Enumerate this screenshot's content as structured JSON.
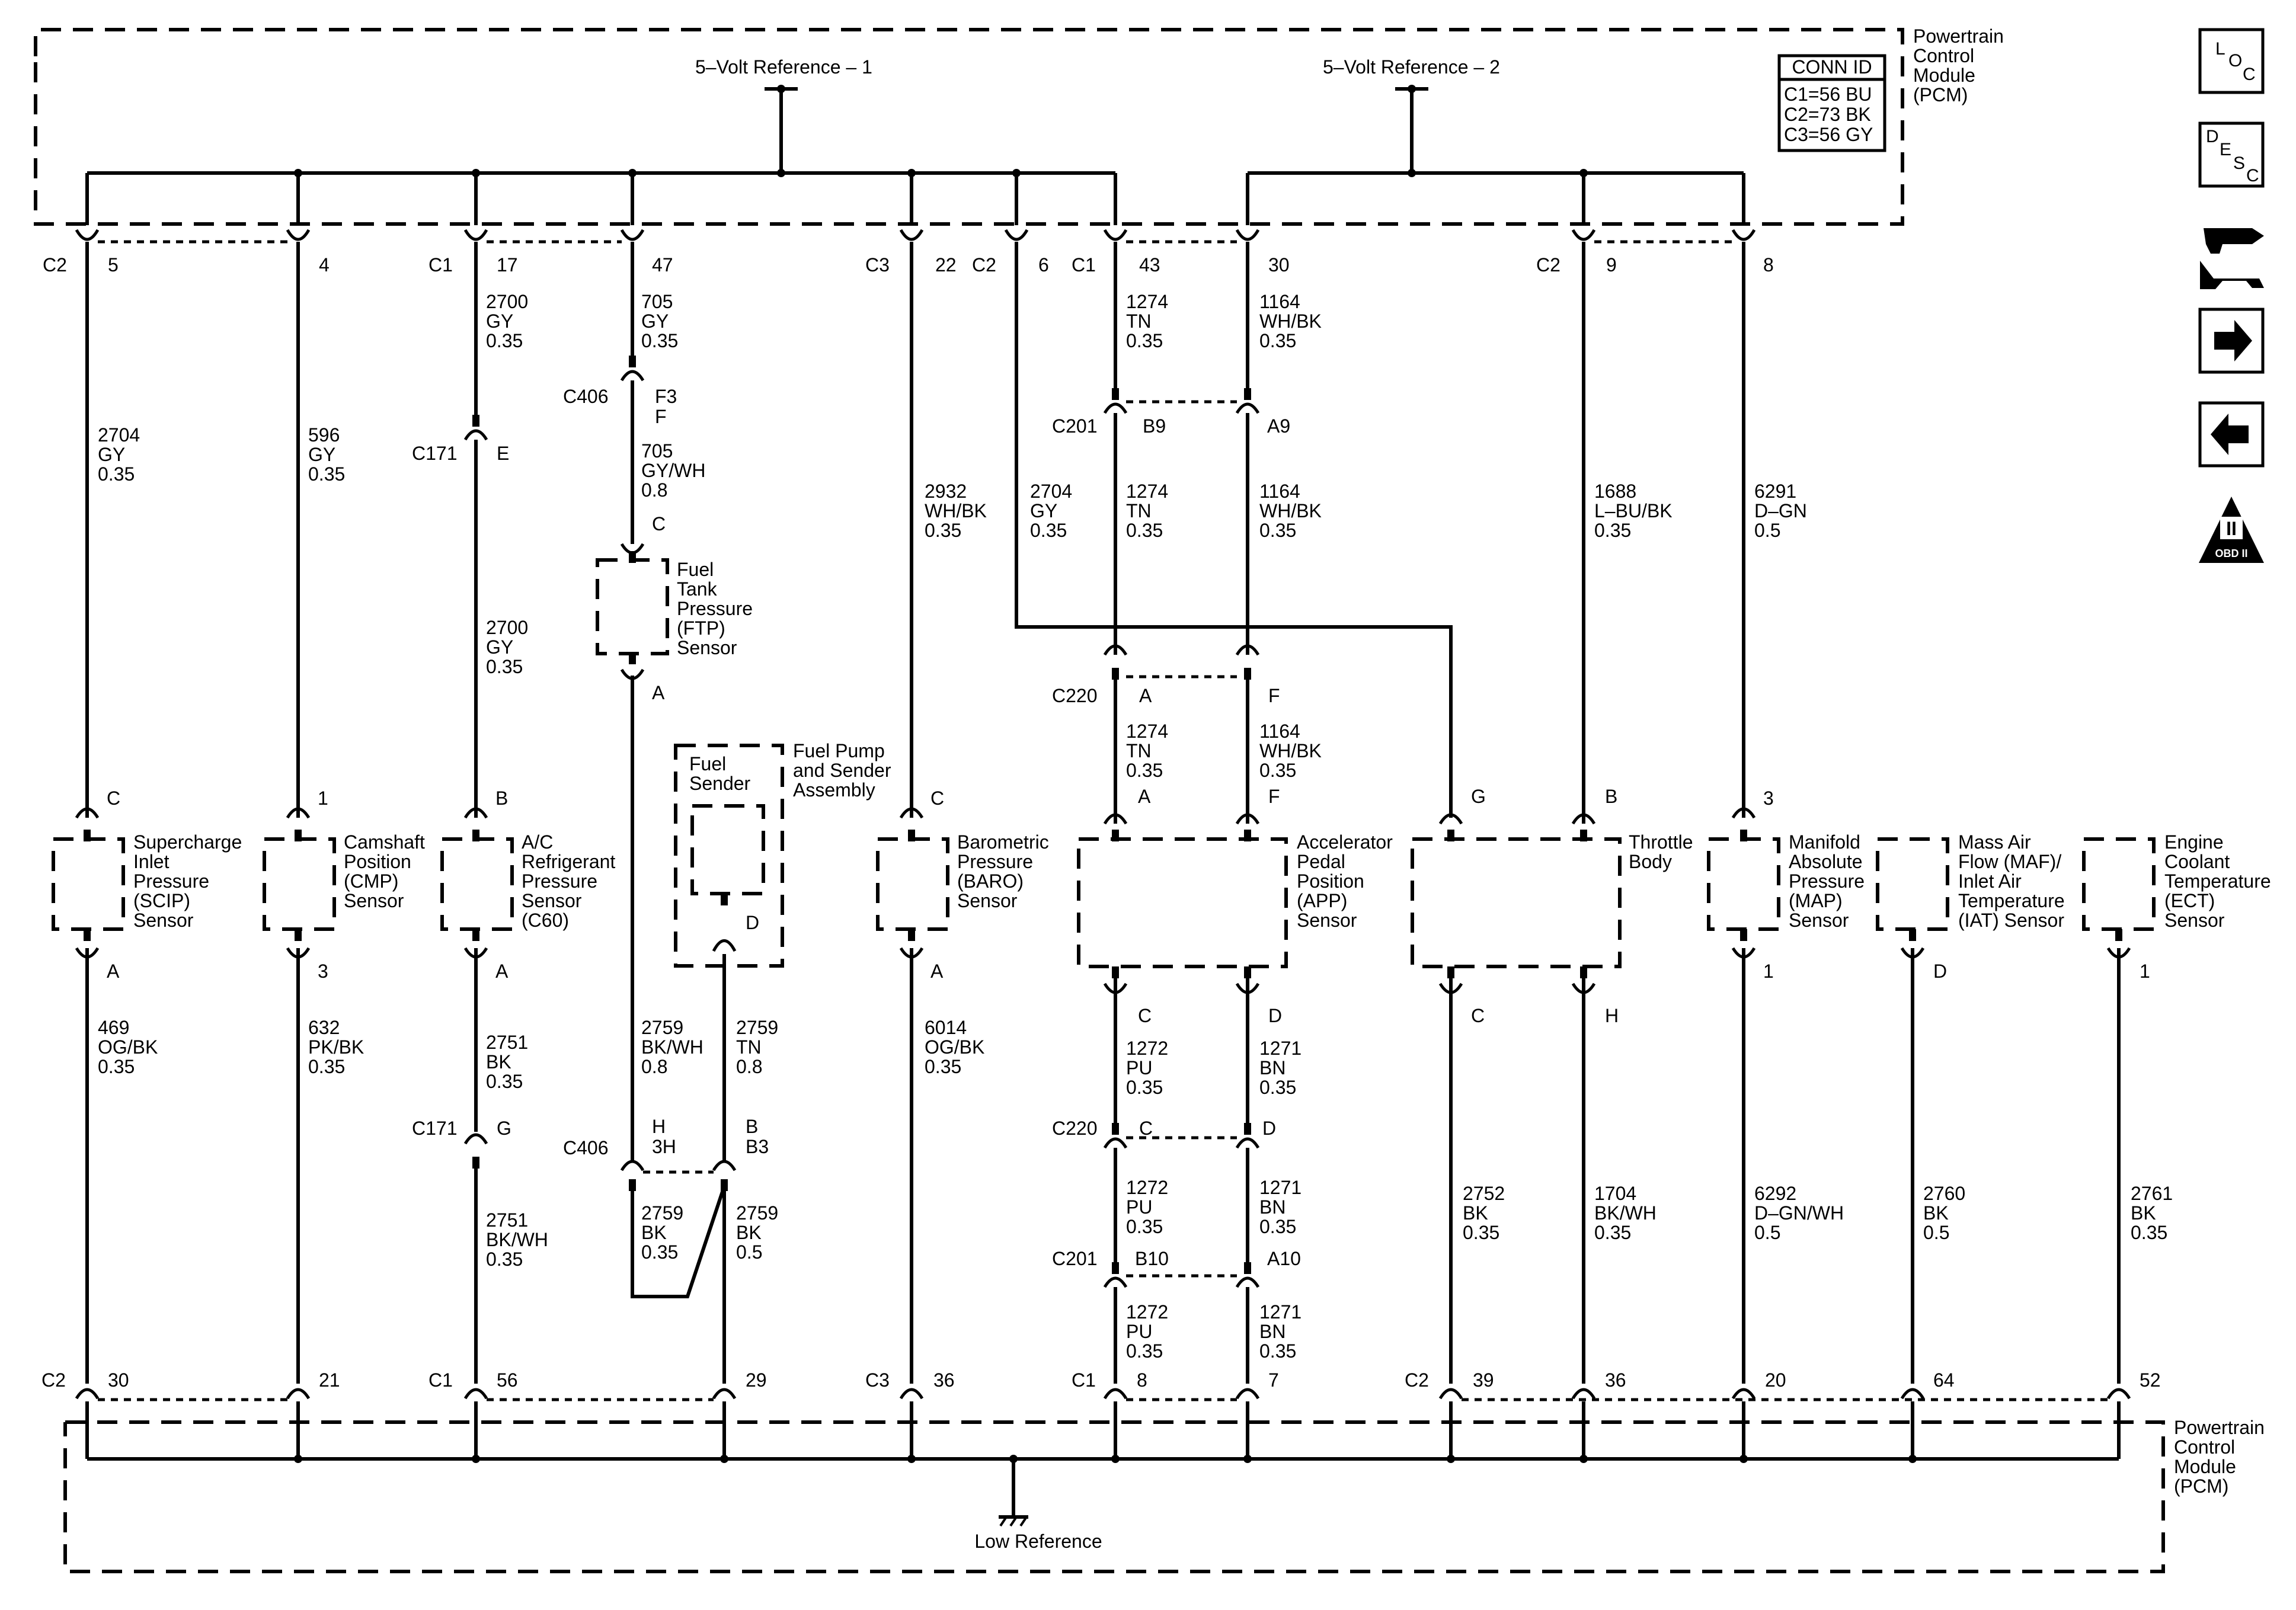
{
  "pcm_top": {
    "title_lines": [
      "Powertrain",
      "Control",
      "Module",
      "(PCM)"
    ],
    "ref1": "5–Volt Reference – 1",
    "ref2": "5–Volt Reference – 2",
    "conn_id": {
      "heading": "CONN ID",
      "lines": [
        "C1=56 BU",
        "C2=73 BK",
        "C3=56 GY"
      ]
    }
  },
  "pcm_bottom": {
    "title_lines": [
      "Powertrain",
      "Control",
      "Module",
      "(PCM)"
    ],
    "low_ref": "Low Reference"
  },
  "top_pins": [
    {
      "conn": "C2",
      "pin": "5"
    },
    {
      "conn": "",
      "pin": "4"
    },
    {
      "conn": "C1",
      "pin": "17"
    },
    {
      "conn": "",
      "pin": "47"
    },
    {
      "conn": "C3",
      "pin": "22"
    },
    {
      "conn": "C2",
      "pin": "6"
    },
    {
      "conn": "C1",
      "pin": "43"
    },
    {
      "conn": "",
      "pin": "30"
    },
    {
      "conn": "C2",
      "pin": "9"
    },
    {
      "conn": "",
      "pin": "8"
    }
  ],
  "bottom_pins": [
    {
      "conn": "C2",
      "pin": "30"
    },
    {
      "conn": "",
      "pin": "21"
    },
    {
      "conn": "C1",
      "pin": "56"
    },
    {
      "conn": "",
      "pin": "29"
    },
    {
      "conn": "C3",
      "pin": "36"
    },
    {
      "conn": "C1",
      "pin": "8"
    },
    {
      "conn": "",
      "pin": "7"
    },
    {
      "conn": "C2",
      "pin": "39"
    },
    {
      "conn": "",
      "pin": "36"
    },
    {
      "conn": "",
      "pin": "20"
    },
    {
      "conn": "",
      "pin": "64"
    },
    {
      "conn": "",
      "pin": "52"
    }
  ],
  "wires": [
    {
      "circuit": "2704",
      "color": "GY",
      "size": "0.35"
    },
    {
      "circuit": "596",
      "color": "GY",
      "size": "0.35"
    },
    {
      "circuit": "2700",
      "color": "GY",
      "size": "0.35"
    },
    {
      "circuit": "2700",
      "color": "GY",
      "size": "0.35"
    },
    {
      "circuit": "705",
      "color": "GY",
      "size": "0.35"
    },
    {
      "circuit": "705",
      "color": "GY/WH",
      "size": "0.8"
    },
    {
      "circuit": "2932",
      "color": "WH/BK",
      "size": "0.35"
    },
    {
      "circuit": "2704",
      "color": "GY",
      "size": "0.35"
    },
    {
      "circuit": "1274",
      "color": "TN",
      "size": "0.35"
    },
    {
      "circuit": "1274",
      "color": "TN",
      "size": "0.35"
    },
    {
      "circuit": "1274",
      "color": "TN",
      "size": "0.35"
    },
    {
      "circuit": "1164",
      "color": "WH/BK",
      "size": "0.35"
    },
    {
      "circuit": "1164",
      "color": "WH/BK",
      "size": "0.35"
    },
    {
      "circuit": "1164",
      "color": "WH/BK",
      "size": "0.35"
    },
    {
      "circuit": "1688",
      "color": "L–BU/BK",
      "size": "0.35"
    },
    {
      "circuit": "6291",
      "color": "D–GN",
      "size": "0.5"
    },
    {
      "circuit": "469",
      "color": "OG/BK",
      "size": "0.35"
    },
    {
      "circuit": "632",
      "color": "PK/BK",
      "size": "0.35"
    },
    {
      "circuit": "2751",
      "color": "BK",
      "size": "0.35"
    },
    {
      "circuit": "2751",
      "color": "BK/WH",
      "size": "0.35"
    },
    {
      "circuit": "2759",
      "color": "BK/WH",
      "size": "0.8"
    },
    {
      "circuit": "2759",
      "color": "TN",
      "size": "0.8"
    },
    {
      "circuit": "2759",
      "color": "BK",
      "size": "0.35"
    },
    {
      "circuit": "2759",
      "color": "BK",
      "size": "0.5"
    },
    {
      "circuit": "6014",
      "color": "OG/BK",
      "size": "0.35"
    },
    {
      "circuit": "1272",
      "color": "PU",
      "size": "0.35"
    },
    {
      "circuit": "1272",
      "color": "PU",
      "size": "0.35"
    },
    {
      "circuit": "1272",
      "color": "PU",
      "size": "0.35"
    },
    {
      "circuit": "1271",
      "color": "BN",
      "size": "0.35"
    },
    {
      "circuit": "1271",
      "color": "BN",
      "size": "0.35"
    },
    {
      "circuit": "1271",
      "color": "BN",
      "size": "0.35"
    },
    {
      "circuit": "2752",
      "color": "BK",
      "size": "0.35"
    },
    {
      "circuit": "1704",
      "color": "BK/WH",
      "size": "0.35"
    },
    {
      "circuit": "6292",
      "color": "D–GN/WH",
      "size": "0.5"
    },
    {
      "circuit": "2760",
      "color": "BK",
      "size": "0.5"
    },
    {
      "circuit": "2761",
      "color": "BK",
      "size": "0.35"
    }
  ],
  "connectors": {
    "c406": "C406",
    "c171": "C171",
    "c201": "C201",
    "c220": "C220",
    "c406_f3": "F3",
    "c406_f": "F",
    "c406_c": "C",
    "c406_h": "H",
    "c406_3h": "3H",
    "c406_b": "B",
    "c406_b3": "B3",
    "c171_e": "E",
    "c171_g": "G",
    "c201_b9": "B9",
    "c201_a9": "A9",
    "c201_b10": "B10",
    "c201_a10": "A10",
    "c220_a": "A",
    "c220_f": "F",
    "c220_c": "C",
    "c220_d": "D"
  },
  "components": {
    "scip": {
      "lines": [
        "Supercharge",
        "Inlet",
        "Pressure",
        "(SCIP)",
        "Sensor"
      ],
      "pin_top": "C",
      "pin_bottom": "A"
    },
    "cmp": {
      "lines": [
        "Camshaft",
        "Position",
        "(CMP)",
        "Sensor"
      ],
      "pin_top": "1",
      "pin_bottom": "3"
    },
    "ac": {
      "lines": [
        "A/C",
        "Refrigerant",
        "Pressure",
        "Sensor",
        "(C60)"
      ],
      "pin_top": "B",
      "pin_bottom": "A"
    },
    "ftp": {
      "lines": [
        "Fuel",
        "Tank",
        "Pressure",
        "(FTP)",
        "Sensor"
      ],
      "pin_bottom": "A"
    },
    "fuel_pump": {
      "lines": [
        "Fuel Pump",
        "and Sender",
        "Assembly"
      ],
      "sender_lines": [
        "Fuel",
        "Sender"
      ],
      "pin": "D"
    },
    "baro": {
      "lines": [
        "Barometric",
        "Pressure",
        "(BARO)",
        "Sensor"
      ],
      "pin_top": "C",
      "pin_bottom": "A"
    },
    "app": {
      "lines": [
        "Accelerator",
        "Pedal",
        "Position",
        "(APP)",
        "Sensor"
      ],
      "pin_top_a": "A",
      "pin_top_f": "F",
      "pin_bottom_c": "C",
      "pin_bottom_d": "D"
    },
    "throttle": {
      "lines": [
        "Throttle",
        "Body"
      ],
      "pin_top_g": "G",
      "pin_top_b": "B",
      "pin_bottom_c": "C",
      "pin_bottom_h": "H"
    },
    "map": {
      "lines": [
        "Manifold",
        "Absolute",
        "Pressure",
        "(MAP)",
        "Sensor"
      ],
      "pin_top": "3",
      "pin_bottom": "1"
    },
    "maf": {
      "lines": [
        "Mass Air",
        "Flow (MAF)/",
        "Inlet Air",
        "Temperature",
        "(IAT) Sensor"
      ],
      "pin_bottom": "D"
    },
    "ect": {
      "lines": [
        "Engine",
        "Coolant",
        "Temperature",
        "(ECT)",
        "Sensor"
      ],
      "pin_bottom": "1"
    }
  },
  "nav": {
    "loc": [
      "L",
      "O",
      "C"
    ],
    "desc": [
      "D",
      "E",
      "S",
      "C"
    ],
    "obd_numeral": "II",
    "obd_text": "OBD II",
    "icons": [
      "loc-button-icon",
      "desc-button-icon",
      "connector-wrench-icon",
      "arrow-right-icon",
      "arrow-left-icon",
      "obd-ii-icon"
    ]
  }
}
